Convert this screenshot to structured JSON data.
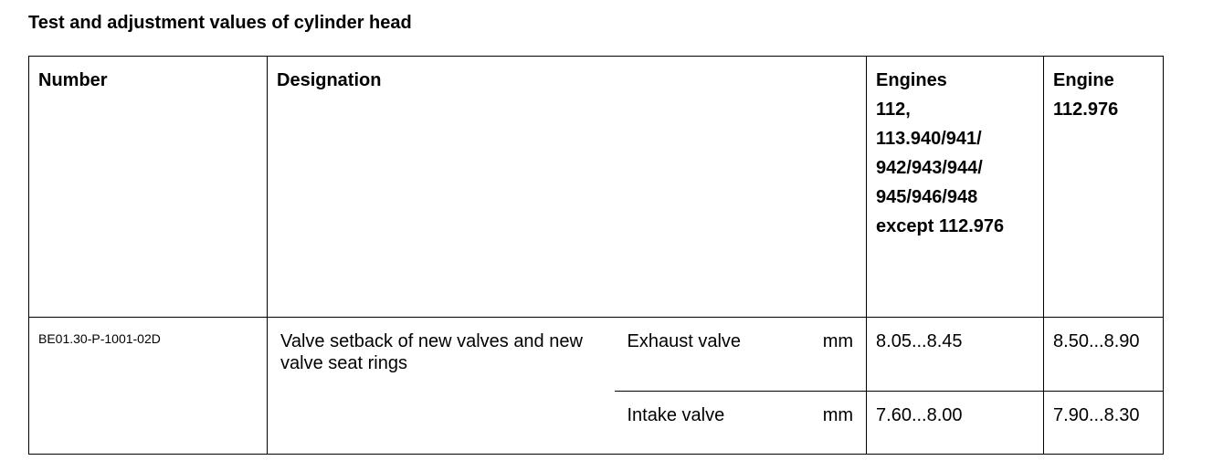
{
  "document": {
    "title": "Test and adjustment values of cylinder head"
  },
  "table": {
    "headers": {
      "number": "Number",
      "designation": "Designation",
      "engines_lines": [
        "Engines",
        "112,",
        "113.940/941/",
        "942/943/944/",
        "945/946/948",
        "except 112.976"
      ],
      "engine_lines": [
        "Engine",
        "112.976"
      ]
    },
    "rows": [
      {
        "number": "BE01.30-P-1001-02D",
        "designation": "Valve setback of new valves and new valve seat rings",
        "sub_rows": [
          {
            "item": "Exhaust valve",
            "unit": "mm",
            "engines_value": "8.05...8.45",
            "engine_value": "8.50...8.90"
          },
          {
            "item": "Intake valve",
            "unit": "mm",
            "engines_value": "7.60...8.00",
            "engine_value": "7.90...8.30"
          }
        ]
      }
    ]
  }
}
